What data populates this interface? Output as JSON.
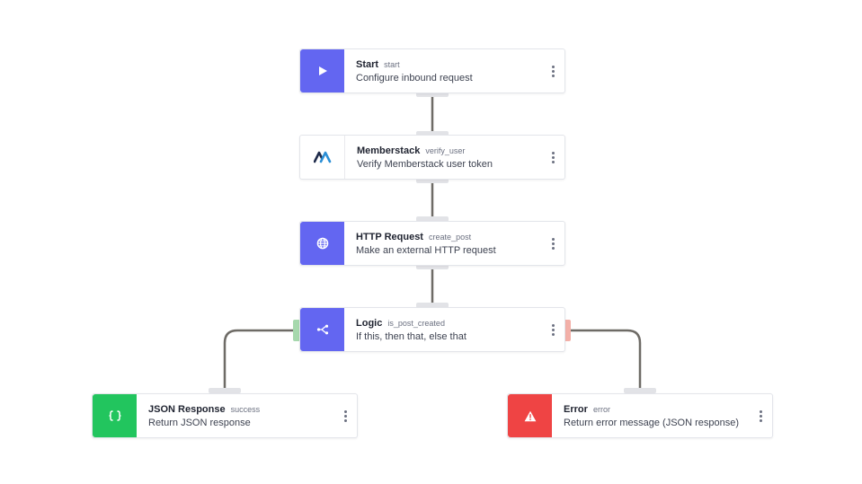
{
  "colors": {
    "accent": "#6366f1",
    "success": "#22c55e",
    "error": "#ef4444",
    "wire": "#6e6b66"
  },
  "nodes": {
    "start": {
      "title": "Start",
      "id": "start",
      "desc": "Configure inbound request",
      "icon": "play-icon"
    },
    "memberstack": {
      "title": "Memberstack",
      "id": "verify_user",
      "desc": "Verify Memberstack user token",
      "icon": "memberstack-logo-icon"
    },
    "http": {
      "title": "HTTP Request",
      "id": "create_post",
      "desc": "Make an external HTTP request",
      "icon": "globe-icon"
    },
    "logic": {
      "title": "Logic",
      "id": "is_post_created",
      "desc": "If this, then that, else that",
      "icon": "branch-icon"
    },
    "json": {
      "title": "JSON Response",
      "id": "success",
      "desc": "Return JSON response",
      "icon": "braces-icon"
    },
    "error": {
      "title": "Error",
      "id": "error",
      "desc": "Return error message (JSON response)",
      "icon": "warning-icon"
    }
  }
}
